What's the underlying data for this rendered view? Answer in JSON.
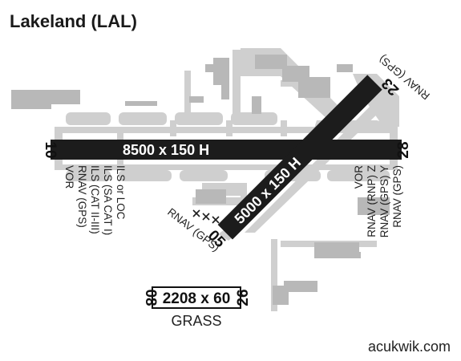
{
  "title": "Lakeland (LAL)",
  "runway_main": {
    "dimensions": "8500 x 150 H",
    "end_west": "10",
    "end_east": "28",
    "approaches_10": [
      "ILS or LOC",
      "ILS (SA CAT I)",
      "ILS (CAT II-III)",
      "RNAV (GPS)",
      "VOR"
    ],
    "approaches_28": [
      "VOR",
      "RNAV (RNP) Z",
      "RNAV (GPS) Y",
      "RNAV (GPS)"
    ]
  },
  "runway_diag": {
    "dimensions": "5000 x 150 H",
    "end_sw": "05",
    "end_ne": "23",
    "approach_05": "RNAV (GPS)",
    "approach_23": "RNAV (GPS)"
  },
  "runway_grass": {
    "dimensions": "2208 x 60",
    "end_west": "08",
    "end_east": "26",
    "surface": "GRASS"
  },
  "source": "acukwik.com",
  "colors": {
    "runway": "#1c1c1c",
    "taxiway": "#cfcfcf",
    "apron": "#bdbdbd",
    "text": "#222222"
  }
}
